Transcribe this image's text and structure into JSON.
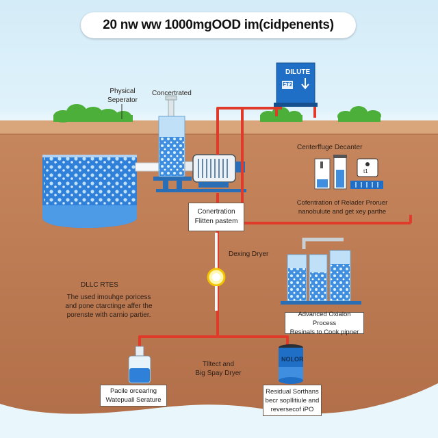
{
  "title": "20 nw ww 1000mgOOD im(cidpenents)",
  "labels": {
    "physical_separator": "Physical\nSeperator",
    "concentrated": "Concertrated",
    "dilute": "DILUTE",
    "dilute_panel": "FT2",
    "centrifuge": "Centerffuge Decanter",
    "centrifuge_device": "t1",
    "concentration_filter": "Conertration\nFlitten pastem",
    "centrifuge_desc": "Cofentration of Relader Proruer\nnanobulute and get xey parthe",
    "drying_dryer": "Dexing Dryer",
    "dllc_rtes": "DLLC RTES",
    "dllc_desc": "The used imouhge poricess\nand pone ctarctinge affer the\nporenste with carnio partier.",
    "advanced_oxidation": "Advanced Oxialon Process\nResinals to Cook pipner",
    "filtered_spray": "Tlltect and\nBig Spay Dryer",
    "particle_separator": "Pacile orcearlng\nWatepuall Serature",
    "nolor": "NOLOR",
    "residual": "Residual Sorthans\nbecr sopllitiule and\nreversecof iPO"
  },
  "colors": {
    "sky": "#dff2fb",
    "soil": "#b67650",
    "soil_edge": "#9a5d3a",
    "grass": "#4caf3a",
    "water": "#3a8fe0",
    "pipe_red": "#e03a2a",
    "tank_blue": "#1f6fc7"
  }
}
